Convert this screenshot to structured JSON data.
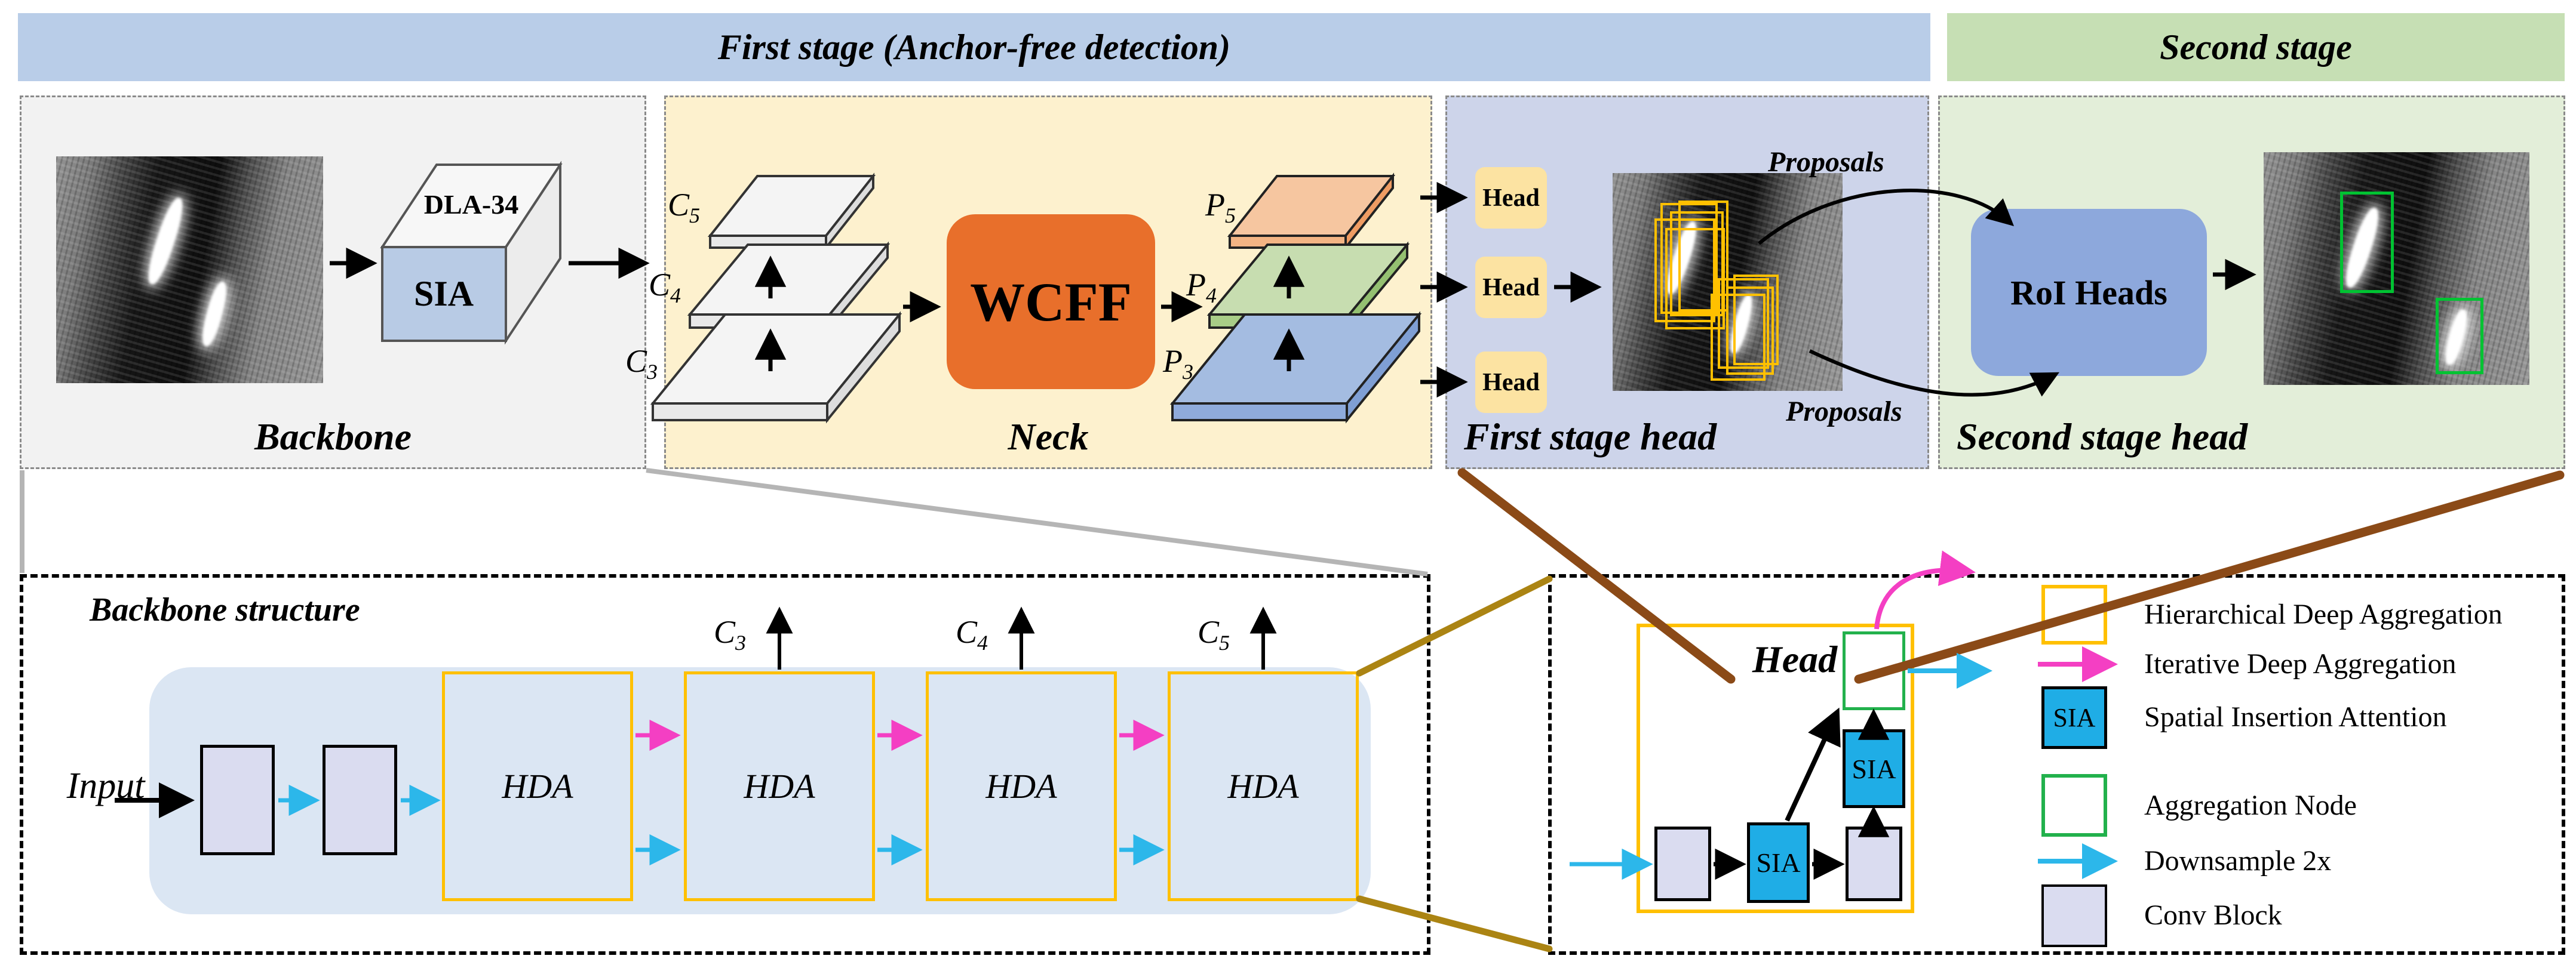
{
  "banners": {
    "first_stage": "First stage (Anchor-free detection)",
    "second_stage": "Second stage"
  },
  "backbone_panel": {
    "label": "Backbone",
    "box_top": "DLA-34",
    "box_front": "SIA"
  },
  "neck_panel": {
    "label": "Neck",
    "wcff": "WCFF",
    "c_layers": [
      {
        "base": "C",
        "sub": "5"
      },
      {
        "base": "C",
        "sub": "4"
      },
      {
        "base": "C",
        "sub": "3"
      }
    ],
    "p_layers": [
      {
        "base": "P",
        "sub": "5"
      },
      {
        "base": "P",
        "sub": "4"
      },
      {
        "base": "P",
        "sub": "3"
      }
    ]
  },
  "first_head_panel": {
    "label": "First stage head",
    "heads": [
      "Head",
      "Head",
      "Head"
    ],
    "proposals_top": "Proposals",
    "proposals_bottom": "Proposals"
  },
  "second_head_panel": {
    "label": "Second stage head",
    "roi": "RoI Heads"
  },
  "head_connector_label": "Head",
  "backbone_structure": {
    "title": "Backbone structure",
    "input": "Input",
    "hda": [
      "HDA",
      "HDA",
      "HDA",
      "HDA"
    ],
    "c_outputs": [
      {
        "base": "C",
        "sub": "3"
      },
      {
        "base": "C",
        "sub": "4"
      },
      {
        "base": "C",
        "sub": "5"
      }
    ]
  },
  "hda_detail": {
    "sia1": "SIA",
    "sia2": "SIA"
  },
  "legend": {
    "sia_swatch": "SIA",
    "items": [
      "Hierarchical Deep Aggregation",
      "Iterative Deep Aggregation",
      "Spatial Insertion Attention",
      "Aggregation Node",
      "Downsample 2x",
      "Conv Block"
    ]
  },
  "colors": {
    "first_stage_banner": "#b9cde8",
    "second_stage_banner": "#c6dfb4",
    "backbone_bg": "#f2f2f2",
    "neck_bg": "#fdf1ce",
    "first_head_bg": "#cdd4ea",
    "second_head_bg": "#e3eed9",
    "wcff": "#e86f2b",
    "roi": "#8da8dc",
    "head_box": "#fce3a2",
    "hda_yellow": "#ffc000",
    "sia_cyan": "#1fade6",
    "aggregation_green": "#22b14c",
    "conv_lavender": "#dadcf0",
    "ida_pink": "#f43fc3",
    "downsample_cyan": "#2cb7ea",
    "proposal_yellow": "#ffc000",
    "detection_green": "#00c332",
    "brown_connector": "#8b4a17",
    "gold_connector": "#ab8413",
    "gray_connector": "#b5b5b5"
  }
}
